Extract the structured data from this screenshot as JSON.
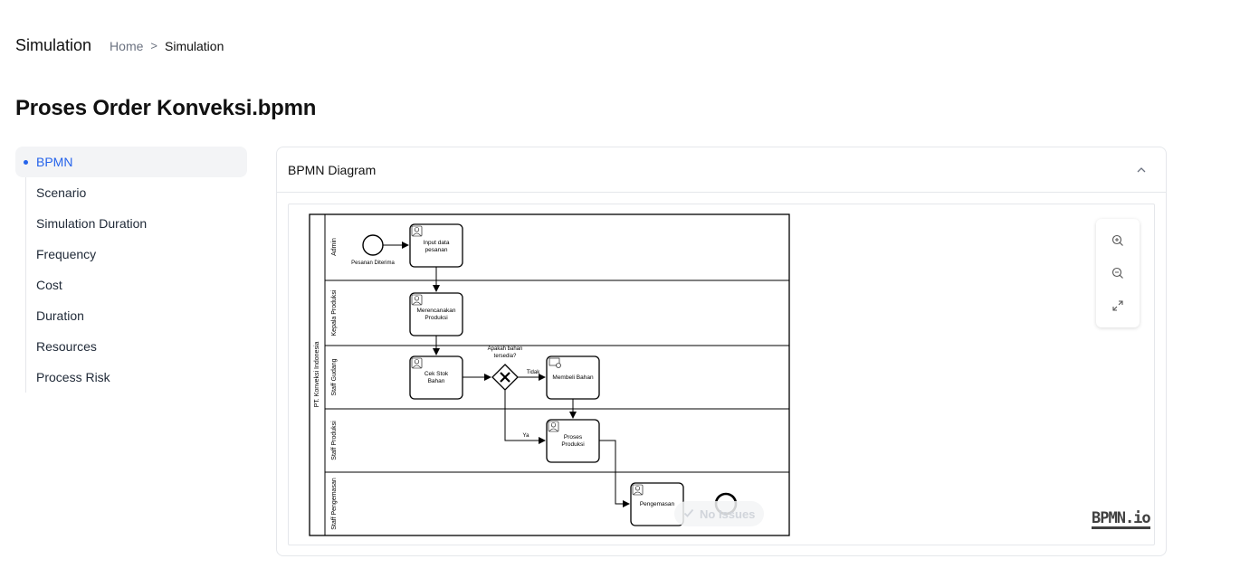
{
  "header": {
    "title": "Simulation",
    "breadcrumb": {
      "home": "Home",
      "separator": ">",
      "current": "Simulation"
    }
  },
  "page_title": "Proses Order Konveksi.bpmn",
  "sidebar": {
    "items": [
      {
        "label": "BPMN",
        "active": true
      },
      {
        "label": "Scenario"
      },
      {
        "label": "Simulation Duration"
      },
      {
        "label": "Frequency"
      },
      {
        "label": "Cost"
      },
      {
        "label": "Duration"
      },
      {
        "label": "Resources"
      },
      {
        "label": "Process Risk"
      }
    ]
  },
  "card": {
    "title": "BPMN Diagram",
    "collapse_icon": "chevron-up-icon"
  },
  "diagram": {
    "pool": "PT. Konveksi Indonesia",
    "lanes": [
      "Admin",
      "Kepala Produksi",
      "Staff Gudang",
      "Staff Produksi",
      "Staff Pengemasan"
    ],
    "start_event": "Pesanan Diterima",
    "tasks": {
      "input": [
        "Input data",
        "pesanan"
      ],
      "merencanakan": [
        "Merencanakan",
        "Produksi"
      ],
      "cek": [
        "Cek Stok",
        "Bahan"
      ],
      "membeli": [
        "Membeli Bahan"
      ],
      "proses": [
        "Proses",
        "Produksi"
      ],
      "pengemasan": [
        "Pengemasan"
      ]
    },
    "gateway": [
      "Apakah bahan",
      "tersedia?"
    ],
    "flow_tidak": "Tidak",
    "flow_ya": "Ya"
  },
  "zoom_controls": {
    "zoom_in": "zoom-in-icon",
    "zoom_out": "zoom-out-icon",
    "fit": "expand-icon"
  },
  "status_toast": "No Issues",
  "watermark": "BPMN.io",
  "colors": {
    "accent": "#2563eb",
    "border": "#e5e7eb",
    "active_bg": "#f3f4f6"
  }
}
